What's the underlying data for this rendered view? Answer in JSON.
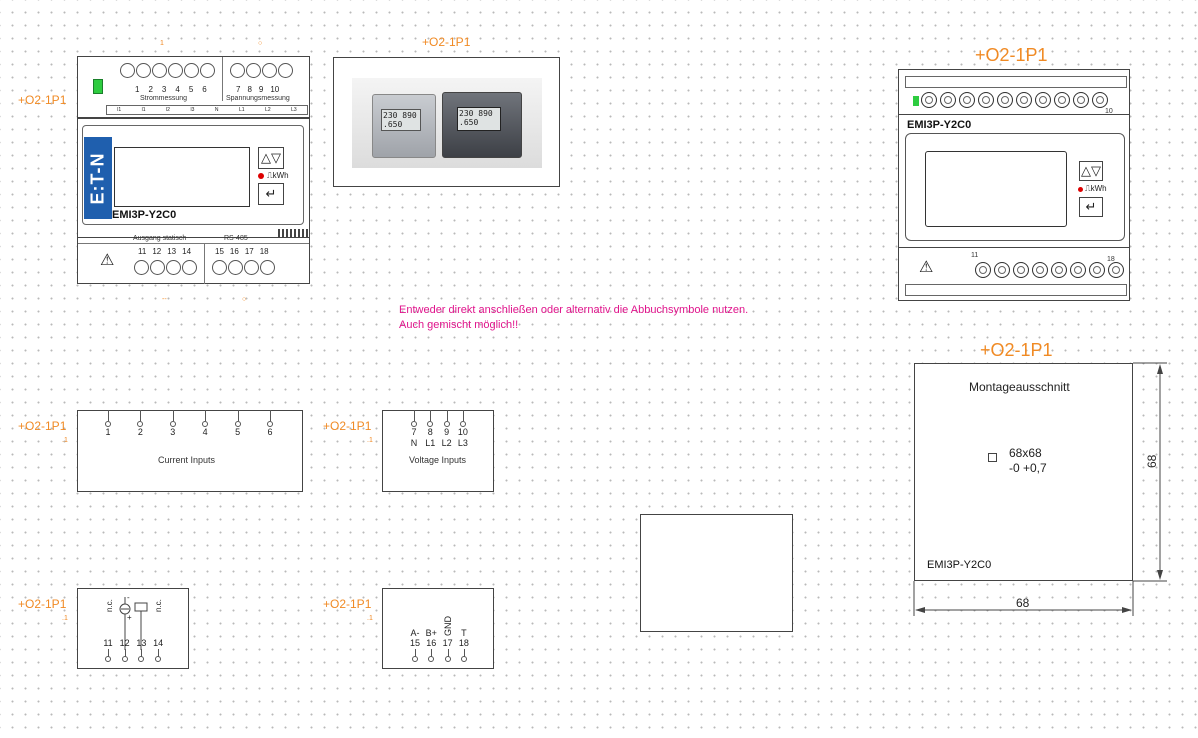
{
  "ref_label": "+O2-1P1",
  "sub_label": ".1",
  "meter_front": {
    "brand": "E:T-N",
    "model": "EMI3P-Y2C0",
    "top_terminals_left": [
      "1",
      "2",
      "3",
      "4",
      "5",
      "6"
    ],
    "top_group_left": "Strommessung",
    "top_terminals_right": [
      "7",
      "8",
      "9",
      "10"
    ],
    "top_group_right": "Spannungsmessung",
    "top_row_marks": [
      "l1",
      "l1",
      "l2",
      "l3",
      "N",
      "L1",
      "L2",
      "L3"
    ],
    "bottom_group_left": "Ausgang statisch",
    "bottom_group_right": "RS-485",
    "bottom_terminals_left": [
      "11",
      "12",
      "13",
      "14"
    ],
    "bottom_terminals_right": [
      "15",
      "16",
      "17",
      "18"
    ],
    "btn_updown": "△▽",
    "btn_enter": "↵",
    "kwh": "kWh"
  },
  "photo": {
    "label": "+O2-1P1",
    "display_text": "230 890 .650"
  },
  "note": {
    "line1": "Entweder direkt anschließen oder alternativ die Abbuchsymbole nutzen.",
    "line2": "Auch gemischt möglich!!"
  },
  "meter_side": {
    "title": "+O2-1P1",
    "model": "EMI3P-Y2C0",
    "top_right_num": "10",
    "bottom_right_num": "18",
    "bottom_left_num": "11",
    "kwh": "kWh",
    "btn_updown": "△▽",
    "btn_enter": "↵"
  },
  "cutout": {
    "title": "+O2-1P1",
    "heading": "Montageausschnitt",
    "size": "68x68",
    "tolerance": "-0  +0,7",
    "model": "EMI3P-Y2C0",
    "dim_h": "68",
    "dim_v": "68"
  },
  "current_inputs": {
    "pins": [
      "1",
      "2",
      "3",
      "4",
      "5",
      "6"
    ],
    "label": "Current Inputs"
  },
  "voltage_inputs": {
    "pins": [
      "7",
      "8",
      "9",
      "10"
    ],
    "names": [
      "N",
      "L1",
      "L2",
      "L3"
    ],
    "label": "Voltage Inputs"
  },
  "output_block": {
    "pins": [
      "11",
      "12",
      "13",
      "14"
    ],
    "nc_left": "n.c.",
    "nc_right": "n.c.",
    "plus": "+",
    "minus": "-"
  },
  "rs485_block": {
    "pins": [
      "15",
      "16",
      "17",
      "18"
    ],
    "names": [
      "A-",
      "B+",
      "GND",
      "T"
    ]
  }
}
